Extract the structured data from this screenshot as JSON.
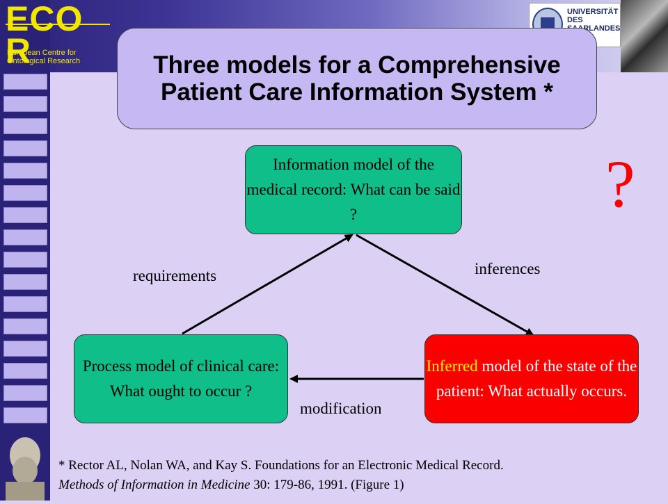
{
  "header": {
    "logo_letters": "ECOR",
    "logo_subtitle": "European Centre for Ontological Research",
    "university": "UNIVERSITÄT\nDES\nSAARLANDES"
  },
  "title": "Three models for a Comprehensive Patient Care Information System *",
  "nodes": {
    "information": "Information model of the medical record: What can be said ?",
    "process": "Process model of clinical care: What ought to occur ?",
    "inferred_highlight": "Inferred",
    "inferred_rest": " model of the state of the patient: What actually occurs."
  },
  "edges": {
    "requirements": "requirements",
    "inferences": "inferences",
    "modification": "modification"
  },
  "question": "?",
  "footnote": {
    "line1": "* Rector AL, Nolan WA, and Kay S. Foundations for an Electronic Medical Record.",
    "journal": "Methods of Information in Medicine",
    "line2_rest": " 30: 179-86, 1991. (Figure 1)"
  },
  "colors": {
    "node_fill": "#10be8a",
    "inferred_fill": "#fb0000",
    "inferred_highlight": "#ffef00",
    "title_fill": "#c6b8f2",
    "background": "#dcd0f4"
  }
}
